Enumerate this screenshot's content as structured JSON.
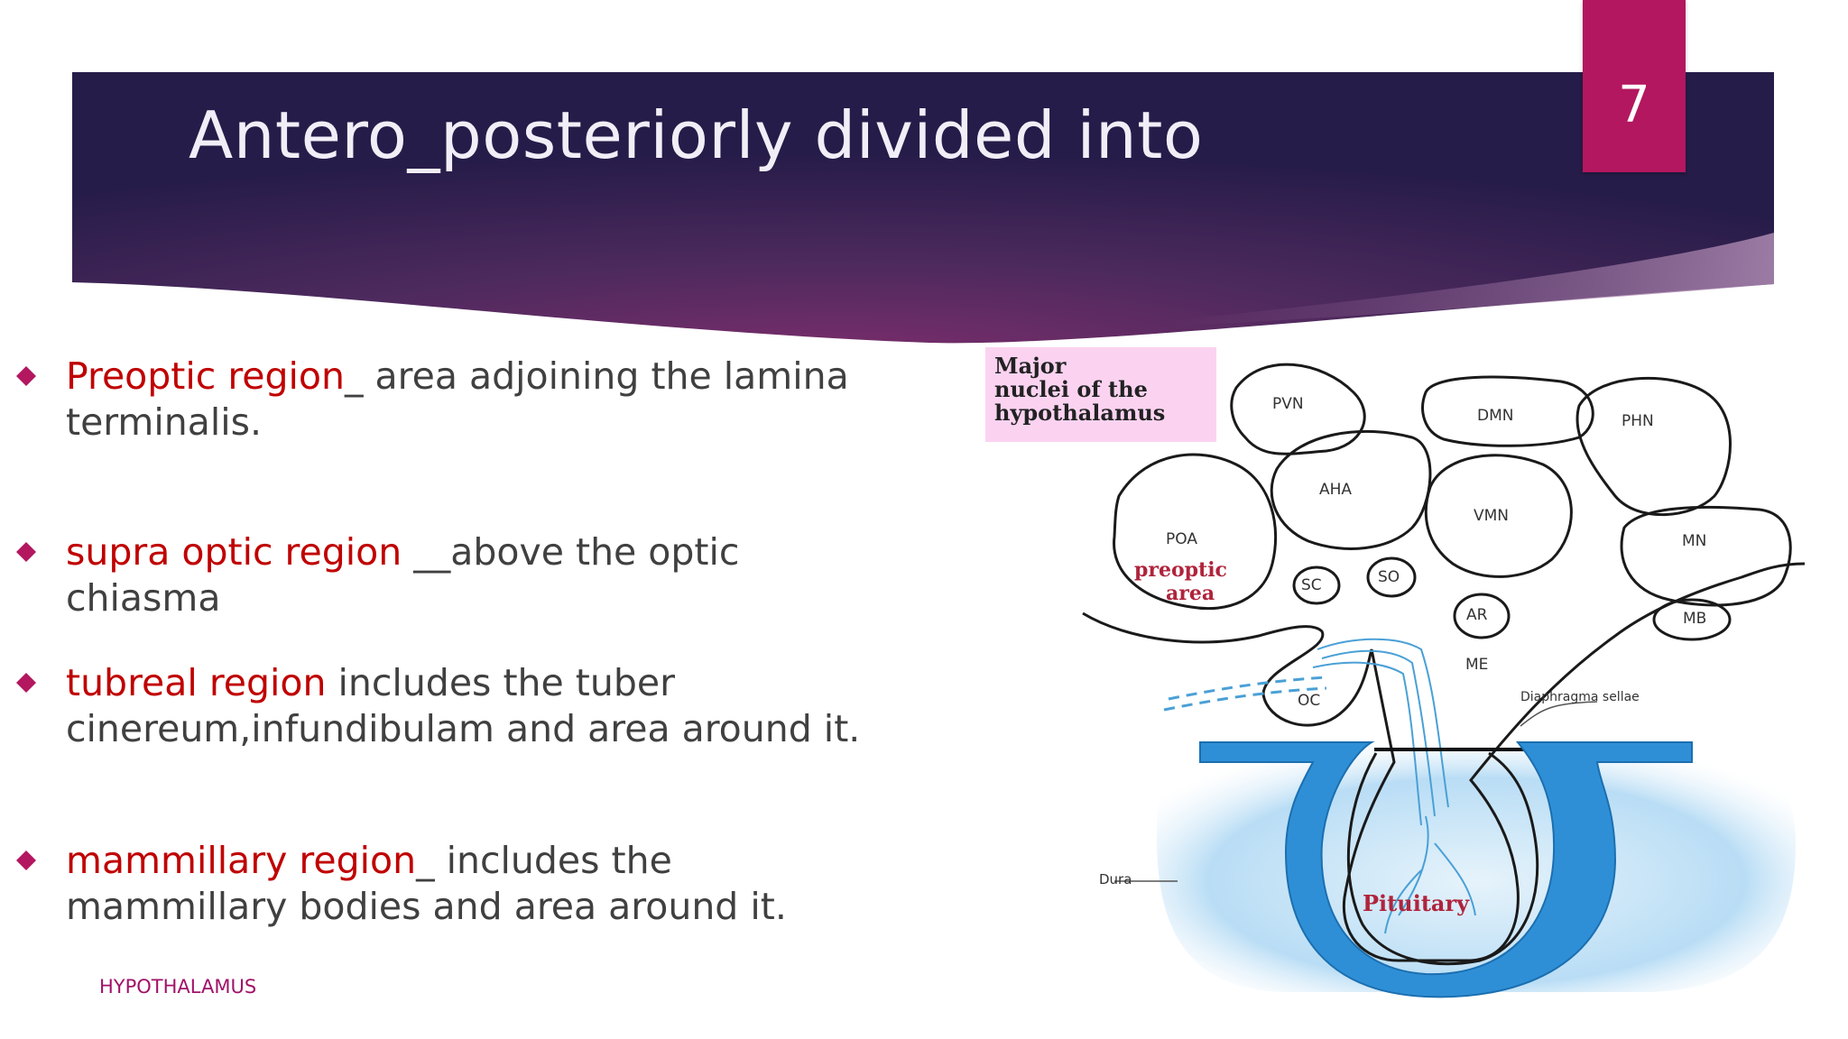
{
  "slide": {
    "title": "Antero_posteriorly divided into",
    "page_number": "7",
    "footer": "HYPOTHALAMUS"
  },
  "bullets": [
    {
      "term": "Preoptic region",
      "text": "_ area adjoining the lamina terminalis."
    },
    {
      "term": "supra optic region",
      "text": " __above the optic chiasma"
    },
    {
      "term": "tubreal region",
      "text": " includes the tuber cinereum,infundibulam and area around it."
    },
    {
      "term": "mammillary region",
      "text": "_ includes the mammillary bodies and area around it."
    }
  ],
  "diagram": {
    "caption": [
      "Major",
      "nuclei of the",
      "hypothalamus"
    ],
    "nuclei": {
      "pvn": "PVN",
      "dmn": "DMN",
      "phn": "PHN",
      "aha": "AHA",
      "vmn": "VMN",
      "poa": "POA",
      "mn": "MN",
      "sc": "SC",
      "so": "SO",
      "ar": "AR",
      "me": "ME",
      "mb": "MB",
      "oc": "OC"
    },
    "regions": {
      "preoptic": [
        "preoptic",
        "area"
      ],
      "pituitary": "Pituitary"
    },
    "callouts": {
      "diaphragma": "Diaphragma sellae",
      "dura": "Dura"
    }
  },
  "colors": {
    "banner_dark": "#2b2050",
    "banner_mid": "#6a2a66",
    "accent_tab": "#b3175f",
    "term_red": "#c00000",
    "body_text": "#404040",
    "footer": "#a0126a",
    "dura_blue": "#2f8fd6",
    "fluid_blue": "#b9ddf5",
    "caption_bg": "#fbd3f1"
  }
}
